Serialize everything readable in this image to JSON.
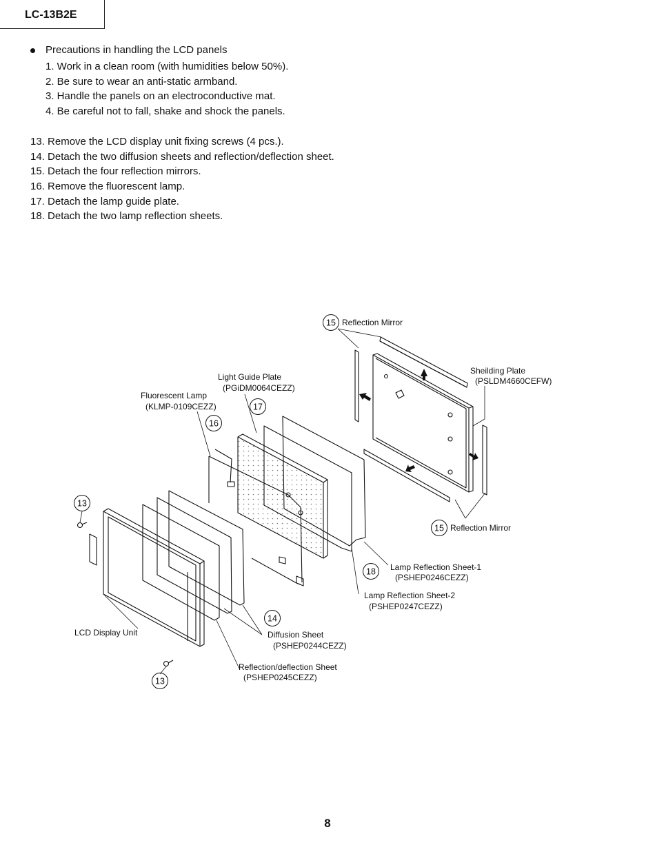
{
  "header": {
    "model": "LC-13B2E"
  },
  "precautions": {
    "title": "Precautions in handling the LCD panels",
    "items": [
      "1. Work in a clean room (with humidities below 50%).",
      "2. Be sure to wear an anti-static armband.",
      "3. Handle the panels on an electroconductive mat.",
      "4. Be careful not to fall, shake and shock the panels."
    ]
  },
  "steps": [
    "13. Remove the LCD display unit fixing screws (4 pcs.).",
    "14. Detach the two diffusion sheets and reflection/deflection sheet.",
    "15. Detach the four reflection mirrors.",
    "16. Remove the fluorescent lamp.",
    "17. Detach the lamp guide plate.",
    "18. Detach the two lamp reflection sheets."
  ],
  "diagram": {
    "callouts": {
      "n13": "13",
      "n14": "14",
      "n15": "15",
      "n16": "16",
      "n17": "17",
      "n18": "18"
    },
    "labels": {
      "reflection_mirror_top": "Reflection Mirror",
      "reflection_mirror_bottom": "Reflection Mirror",
      "shielding_plate": "Sheilding Plate",
      "shielding_plate_part": "(PSLDM4660CEFW)",
      "light_guide_plate": "Light Guide Plate",
      "light_guide_plate_part": "(PGiDM0064CEZZ)",
      "fluorescent_lamp": "Fluorescent Lamp",
      "fluorescent_lamp_part": "(KLMP-0109CEZZ)",
      "lamp_reflection_sheet_1": "Lamp Reflection Sheet-1",
      "lamp_reflection_sheet_1_part": "(PSHEP0246CEZZ)",
      "lamp_reflection_sheet_2": "Lamp Reflection Sheet-2",
      "lamp_reflection_sheet_2_part": "(PSHEP0247CEZZ)",
      "diffusion_sheet": "Diffusion Sheet",
      "diffusion_sheet_part": "(PSHEP0244CEZZ)",
      "reflection_deflection_sheet": "Reflection/deflection Sheet",
      "reflection_deflection_sheet_part": "(PSHEP0245CEZZ)",
      "lcd_display_unit": "LCD Display Unit"
    }
  },
  "footer": {
    "page_number": "8"
  }
}
